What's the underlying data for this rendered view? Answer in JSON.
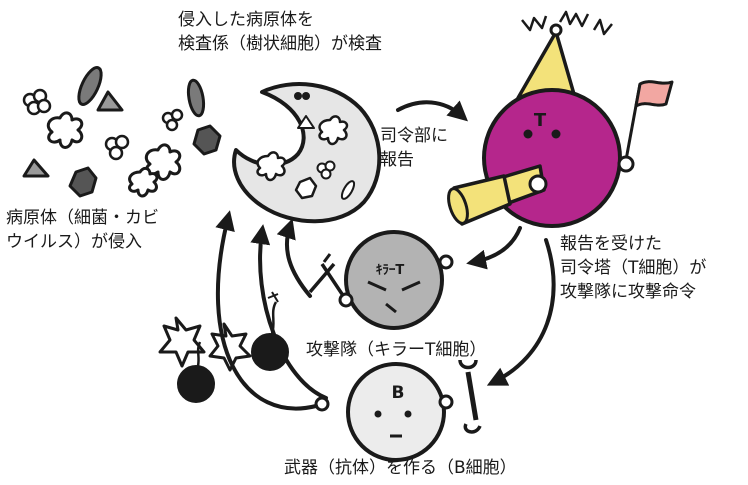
{
  "labels": {
    "invaded_check": [
      "侵入した病原体を",
      "検査係（樹状細胞）が検査"
    ],
    "report_to_hq": [
      "司令部に",
      "報告"
    ],
    "pathogen_invade": [
      "病原体（細菌・カビ",
      "ウイルス）が侵入"
    ],
    "command": [
      "報告を受けた",
      "司令塔（T細胞）が",
      "攻撃隊に攻撃命令"
    ],
    "attack_unit": "攻撃隊（キラーT細胞）",
    "b_cell": "武器（抗体）を作る（B細胞）"
  },
  "cell_marks": {
    "commander": "T",
    "killer": "ｷﾗｰT",
    "b_cell": "B"
  },
  "colors": {
    "outline": "#1a1a1a",
    "dendritic_fill": "#e6e6e6",
    "commander_fill": "#b5268c",
    "killer_fill": "#b3b3b3",
    "bcell_fill": "#ececec",
    "hat_fill": "#f3e27a",
    "flag_fill": "#f2a7a2",
    "pathogen_dark": "#555555"
  }
}
